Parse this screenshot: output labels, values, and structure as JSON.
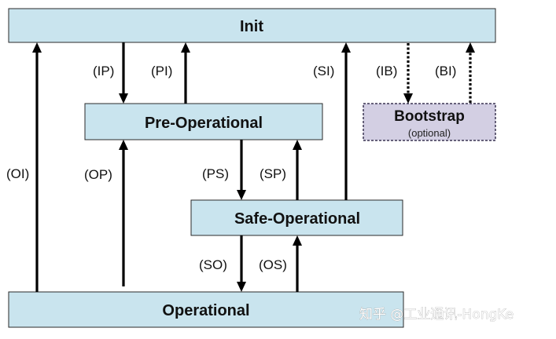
{
  "states": {
    "init": {
      "label": "Init"
    },
    "pre_operational": {
      "label": "Pre-Operational"
    },
    "bootstrap": {
      "label": "Bootstrap",
      "sublabel": "(optional)"
    },
    "safe_operational": {
      "label": "Safe-Operational"
    },
    "operational": {
      "label": "Operational"
    }
  },
  "transitions": {
    "ip": "(IP)",
    "pi": "(PI)",
    "si": "(SI)",
    "ib": "(IB)",
    "bi": "(BI)",
    "oi": "(OI)",
    "op": "(OP)",
    "ps": "(PS)",
    "sp": "(SP)",
    "so": "(SO)",
    "os": "(OS)"
  },
  "watermark": {
    "text": "知乎 @工业通讯-HongKe"
  },
  "colors": {
    "state_fill": "#c9e4ee",
    "optional_state_fill": "#d3cfe3",
    "arrow": "#000000"
  }
}
